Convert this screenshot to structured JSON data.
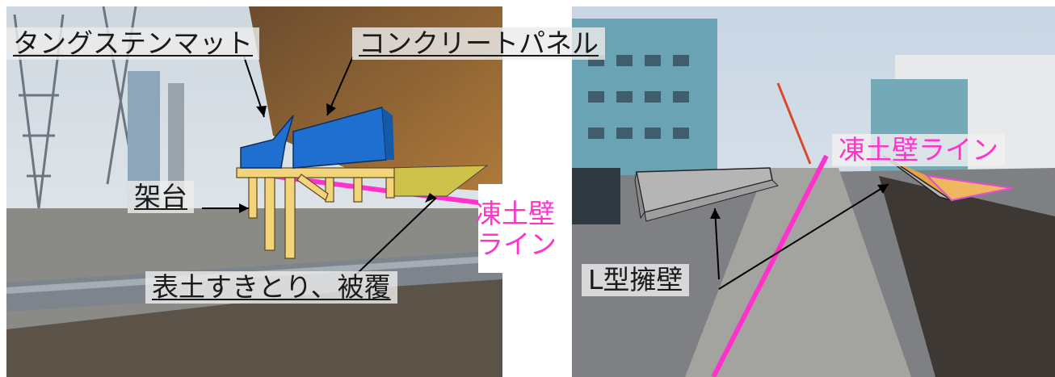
{
  "left_panel": {
    "labels": {
      "tungsten_mat": "タングステンマット",
      "concrete_panel": "コンクリートパネル",
      "stand": "架台",
      "topsoil": "表土すきとり、被覆",
      "frozen_line_top": "凍土壁",
      "frozen_line_bottom": "ライン"
    }
  },
  "right_panel": {
    "labels": {
      "frozen_line": "凍土壁ライン",
      "l_wall": "L型擁壁"
    }
  },
  "colors": {
    "frozen_line": "#ff33cc",
    "panel_blue": "#1e6fd0",
    "stand_yellow": "#f3d47a",
    "wall_grey": "#b5b5b5"
  }
}
